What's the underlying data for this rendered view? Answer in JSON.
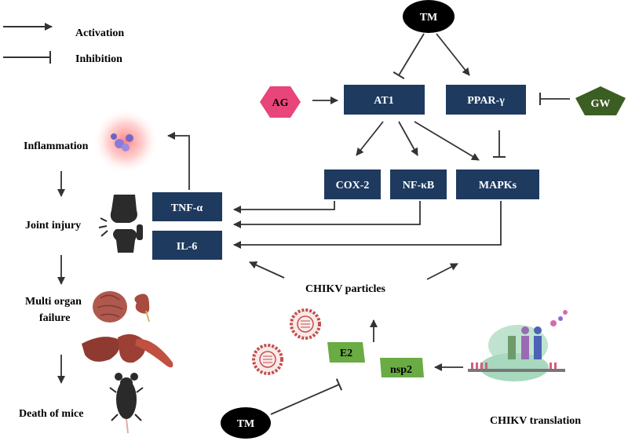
{
  "legend": {
    "activation": "Activation",
    "inhibition": "Inhibition"
  },
  "nodes": {
    "tm_top": "TM",
    "ag": "AG",
    "at1": "AT1",
    "ppar": "PPAR-γ",
    "gw": "GW",
    "cox2": "COX-2",
    "nfkb": "NF-κB",
    "mapks": "MAPKs",
    "tnfa": "TNF-α",
    "il6": "IL-6",
    "chikv_particles": "CHIKV particles",
    "e2": "E2",
    "nsp2": "nsp2",
    "chikv_translation": "CHIKV translation",
    "tm_bottom": "TM"
  },
  "outcomes": {
    "inflammation": "Inflammation",
    "joint_injury": "Joint injury",
    "multi_organ_line1": "Multi organ",
    "multi_organ_line2": "failure",
    "death": "Death of mice"
  },
  "colors": {
    "node_blue": "#1e3a5f",
    "ag_pink": "#e8457a",
    "gw_green": "#3b5e22",
    "viral_green": "#6aab43",
    "ellipse_black": "#000000",
    "arrow": "#333333"
  }
}
